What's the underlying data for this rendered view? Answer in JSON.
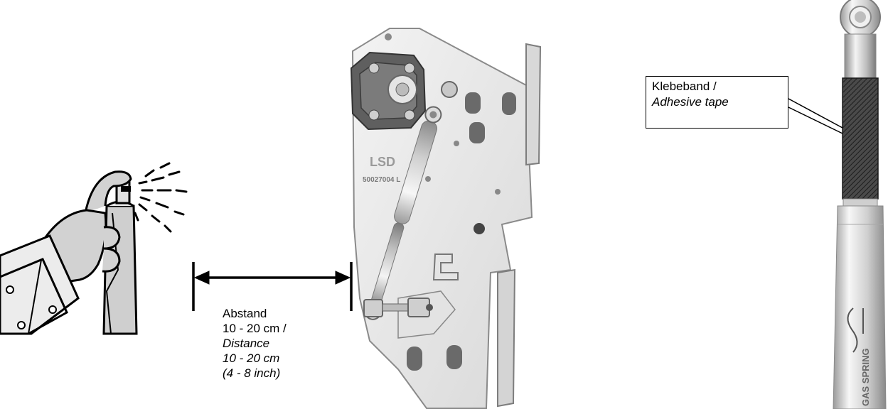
{
  "distance_label": {
    "line1": "Abstand",
    "line2": "10 - 20 cm /",
    "line3": "Distance",
    "line4": "10 - 20 cm",
    "line5": "(4 - 8 inch)"
  },
  "callout": {
    "line1": "Klebeband /",
    "line2": "Adhesive tape"
  },
  "part_label": {
    "brand": "LSD",
    "part_number": "50027004 L",
    "spring_text": "GAS SPRING"
  },
  "colors": {
    "line": "#000000",
    "metal_light": "#e6e6e6",
    "metal_mid": "#b9b9b9",
    "metal_dark": "#6e6e6e",
    "tape": "#3a3a3a",
    "spray_fill": "#c8c8c8"
  },
  "icons": [
    "spray-can-hand-icon",
    "distance-arrow-icon",
    "door-hinge-bracket-icon",
    "gas-spring-icon"
  ]
}
